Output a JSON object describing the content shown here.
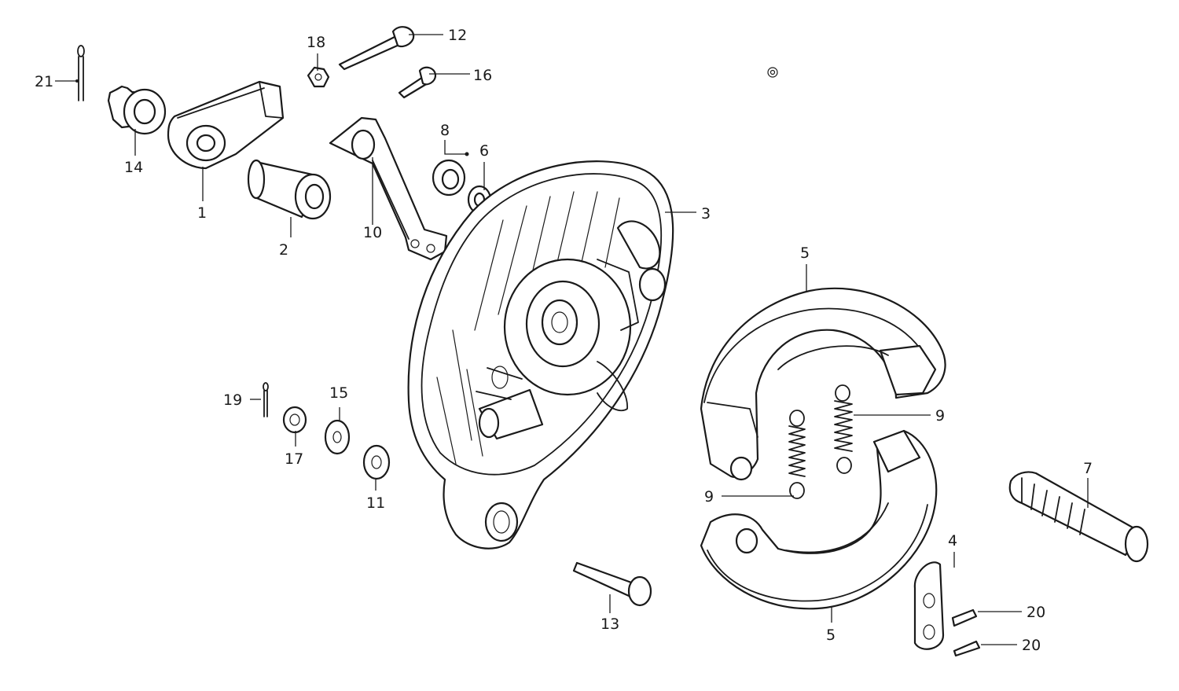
{
  "callouts": {
    "c1": "1",
    "c2": "2",
    "c3": "3",
    "c4": "4",
    "c5a": "5",
    "c5b": "5",
    "c6": "6",
    "c7": "7",
    "c8": "8",
    "c9a": "9",
    "c9b": "9",
    "c10": "10",
    "c11": "11",
    "c12": "12",
    "c13": "13",
    "c14": "14",
    "c15": "15",
    "c16": "16",
    "c17": "17",
    "c18": "18",
    "c19": "19",
    "c20a": "20",
    "c20b": "20",
    "c21": "21"
  }
}
